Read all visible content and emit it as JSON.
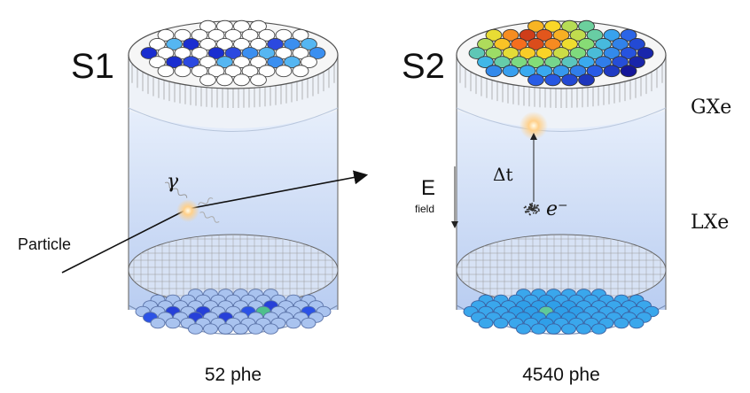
{
  "left_panel": {
    "label": "S1",
    "incoming_label": "Particle",
    "photon_symbol": "γ",
    "photoelectrons": "52 phe",
    "top_array_hit_colors": [
      "#2b49e0",
      "#3b8ff0",
      "#55b6f2",
      "#1a2ed0"
    ],
    "bottom_array_hit_colors": [
      "#2b52e6",
      "#2640d8",
      "#4fc08c"
    ]
  },
  "right_panel": {
    "label": "S2",
    "drift_time_label": "Δt",
    "electron_label": "e⁻",
    "field_label": "E",
    "field_subscript": "field",
    "photoelectrons": "4540 phe",
    "phase_labels": {
      "gas": "GXe",
      "liquid": "LXe"
    }
  },
  "colors": {
    "liquid_xenon": "#c8d8f3",
    "pmt_off": "#ffffff",
    "bottom_pmt_base": "#3aa7ec",
    "pmt_outline": "#333333",
    "track": "#111111"
  }
}
